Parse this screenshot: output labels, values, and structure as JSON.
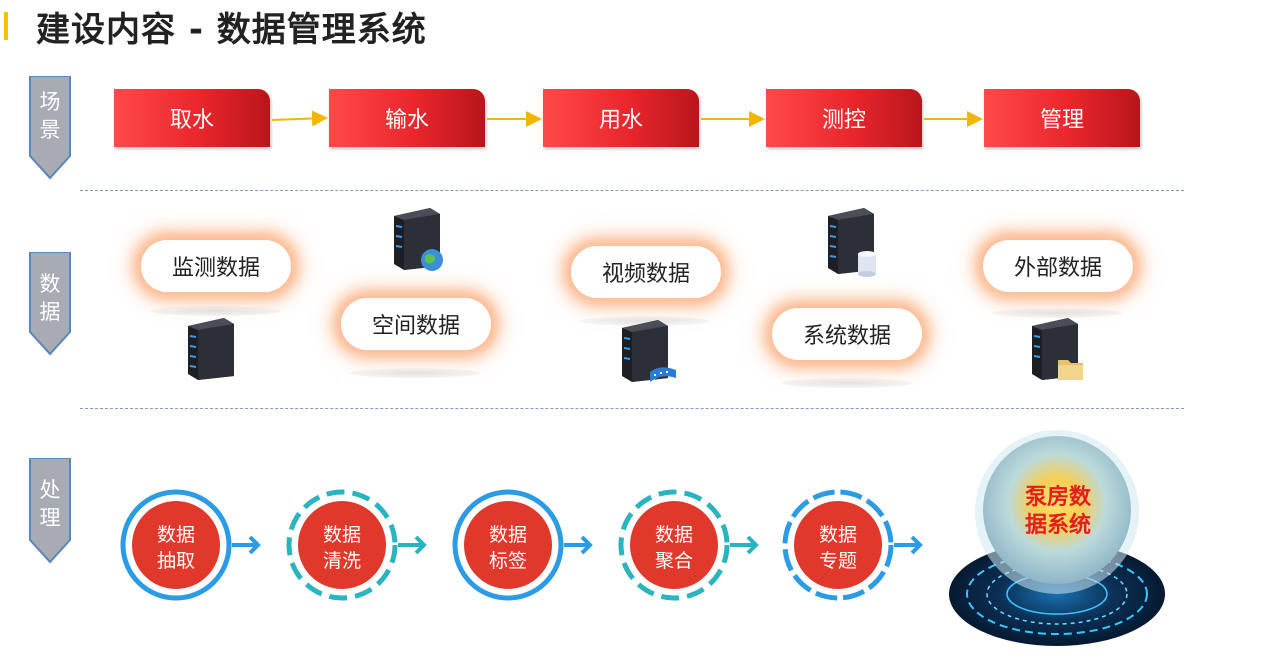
{
  "title": "建设内容 - 数据管理系统",
  "side_tags": {
    "scene": "场景",
    "data": "数据",
    "process": "处理"
  },
  "scenes": [
    "取水",
    "输水",
    "用水",
    "测控",
    "管理"
  ],
  "data_sources": [
    "监测数据",
    "空间数据",
    "视频数据",
    "系统数据",
    "外部数据"
  ],
  "processes": [
    {
      "line1": "数据",
      "line2": "抽取"
    },
    {
      "line1": "数据",
      "line2": "清洗"
    },
    {
      "line1": "数据",
      "line2": "标签"
    },
    {
      "line1": "数据",
      "line2": "聚合"
    },
    {
      "line1": "数据",
      "line2": "专题"
    }
  ],
  "system": {
    "line1": "泵房数",
    "line2": "据系统"
  },
  "colors": {
    "accent_yellow": "#f2c400",
    "scene_red": "#e9262c",
    "process_red": "#e0392b",
    "ring_blue": "#2aa0e6",
    "side_tag_gray": "#a7abb4"
  }
}
